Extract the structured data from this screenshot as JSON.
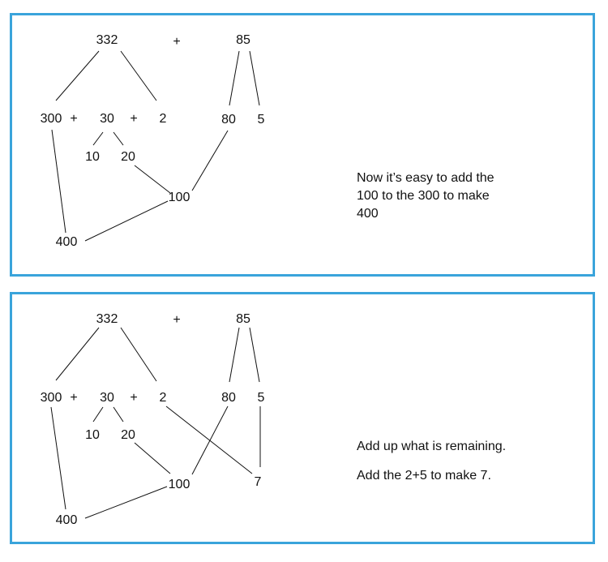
{
  "panel_top": {
    "labels": {
      "n332": "332",
      "plus_main": "+",
      "n85": "85",
      "n300": "300",
      "plus1": "+",
      "n30": "30",
      "plus2": "+",
      "n2": "2",
      "n80": "80",
      "n5": "5",
      "n10": "10",
      "n20": "20",
      "n100": "100",
      "n400": "400"
    },
    "note": "Now it’s easy to add the 100 to the 300 to make 400"
  },
  "panel_bottom": {
    "labels": {
      "n332": "332",
      "plus_main": "+",
      "n85": "85",
      "n300": "300",
      "plus1": "+",
      "n30": "30",
      "plus2": "+",
      "n2": "2",
      "n80": "80",
      "n5": "5",
      "n10": "10",
      "n20": "20",
      "n100": "100",
      "n400": "400",
      "n7": "7"
    },
    "note_line1": "Add up what is remaining.",
    "note_line2": "Add the 2+5 to make 7."
  },
  "colors": {
    "panel_border": "#3aa4db",
    "line": "#111111"
  }
}
